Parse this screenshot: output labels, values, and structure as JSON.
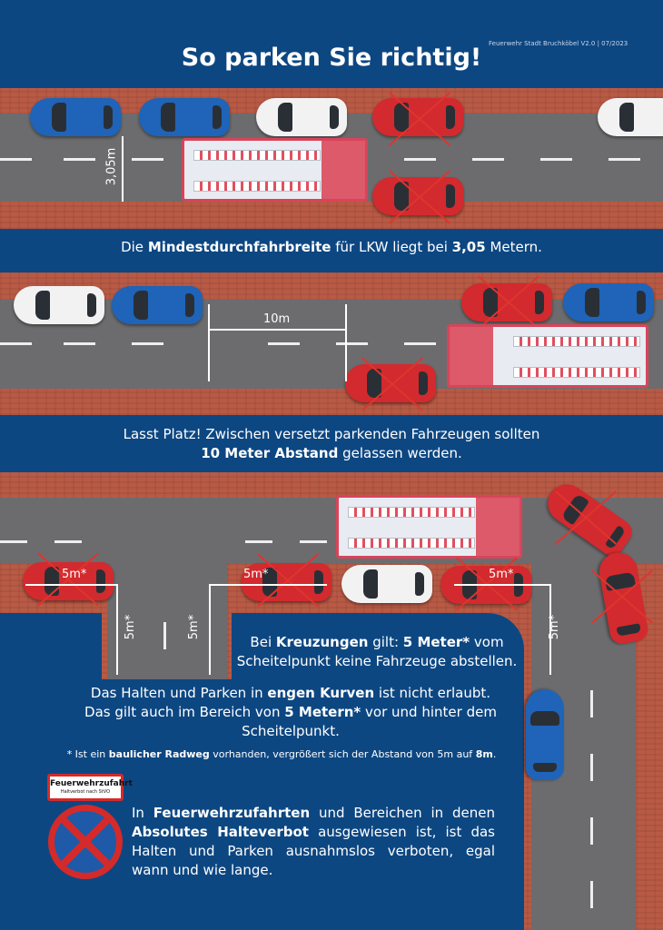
{
  "header": {
    "title": "So parken Sie richtig!",
    "credit": "Feuerwehr Stadt Bruchköbel V2.0 | 07/2023"
  },
  "scene1": {
    "measure": "3,05m",
    "caption": {
      "pre": "Die ",
      "bold1": "Mindestdurchfahrbreite",
      "mid": " für LKW liegt bei ",
      "bold2": "3,05",
      "post": " Metern."
    }
  },
  "scene2": {
    "measure": "10m",
    "caption": {
      "line1": "Lasst Platz! Zwischen versetzt parkenden Fahrzeugen sollten",
      "bold": "10 Meter Abstand",
      "post": " gelassen werden."
    }
  },
  "scene3": {
    "labels": [
      "5m*",
      "5m*",
      "5m*",
      "5m*",
      "5m*",
      "5m*"
    ],
    "crossing": {
      "pre": "Bei ",
      "bold1": "Kreuzungen",
      "mid": " gilt: ",
      "bold2": "5 Meter*",
      "post": " vom",
      "line2": "Scheitelpunkt keine Fahrzeuge abstellen."
    },
    "curves": {
      "pre": "Das Halten und Parken in ",
      "bold1": "engen Kurven",
      "post": " ist nicht erlaubt.",
      "line2pre": "Das gilt auch im Bereich von ",
      "bold2": "5 Metern*",
      "line2post": " vor und hinter dem",
      "line3": "Scheitelpunkt."
    },
    "footnote": {
      "pre": "* Ist ein ",
      "bold1": "baulicher Radweg",
      "mid": " vorhanden, vergrößert sich der Abstand von 5m auf ",
      "bold2": "8m",
      "post": "."
    }
  },
  "sign": {
    "title": "Feuerwehrzufahrt",
    "subtitle": "Haltverbot nach StVO"
  },
  "rules": {
    "pre": "In ",
    "bold1": "Feuerwehrzufahrten",
    "mid": " und Bereichen in denen ",
    "bold2": "Absolutes Halteverbot",
    "post": " ausgewiesen ist, ist das Halten und Parken ausnahmslos verboten, egal wann und wie lange."
  },
  "colors": {
    "background": "#0d4782",
    "brick": "#b85a45",
    "road": "#6c6c6e",
    "forbidden": "#e0342d"
  }
}
